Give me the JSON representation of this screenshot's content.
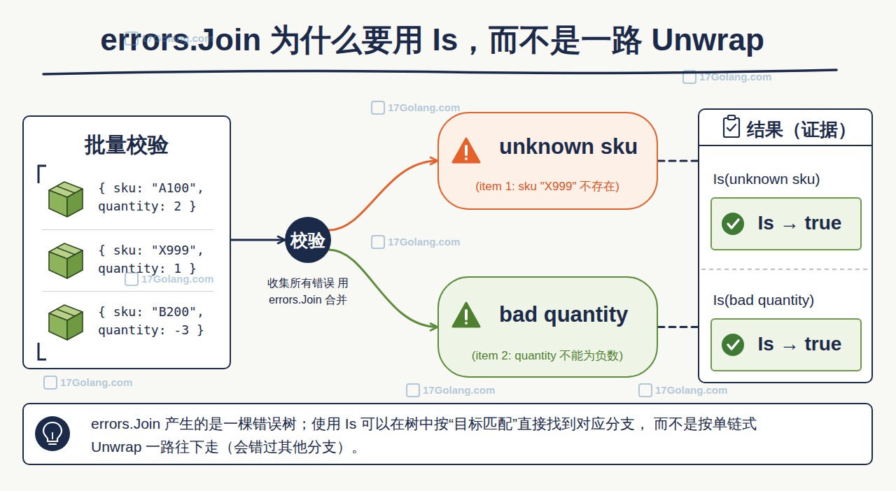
{
  "diagram": {
    "title": "errors.Join 为什么要用 Is，而不是一路 Unwrap",
    "nodes": [
      {
        "text": [
          "批量校验"
        ]
      },
      {
        "text": [
          "{ sku: \"A100\", quantity: 2 }"
        ],
        "in": 0
      },
      {
        "text": [
          "{ sku: \"X999\", quantity: 1 }"
        ],
        "in": 0
      },
      {
        "text": [
          "{ sku: \"B200\", quantity: -3 }"
        ],
        "in": 0
      },
      {
        "text": [
          "校验"
        ]
      },
      {
        "text": [
          "unknown sku",
          "(item 1: sku \"X999\" 不存在)"
        ]
      },
      {
        "text": [
          "bad quantity",
          "(item 2: quantity 不能为负数)"
        ]
      },
      {
        "text": [
          "结果（证据）"
        ]
      },
      {
        "text": [
          "Is(unknown sku)",
          "Is → true"
        ],
        "in": 7
      },
      {
        "text": [
          "Is(bad quantity)",
          "Is → true"
        ],
        "in": 7
      },
      {
        "text": [
          "errors.Join 产生的是一棵错误树；使用 Is 可以在树中按“目标匹配”直接找到对应分支， 而不是按单链式 Unwrap 一路往下走（会错过其他分支）。"
        ]
      }
    ],
    "edges": [
      {
        "from": 0,
        "to": 4,
        "arrow": "to"
      },
      {
        "from": 4,
        "to": 5,
        "arrow": "to"
      },
      {
        "from": 4,
        "to": 6,
        "arrow": "to"
      },
      {
        "from": 5,
        "to": 7,
        "arrow": "none"
      },
      {
        "from": 6,
        "to": 7,
        "arrow": "none"
      }
    ],
    "labels": [
      "收集所有错误 用 errors.Join 合并",
      "17Golang.com",
      "17Golang.com",
      "17Golang.com",
      "17Golang.com",
      "17Golang.com",
      "17Golang.com",
      "17Golang.com",
      "17Golang.com"
    ]
  }
}
